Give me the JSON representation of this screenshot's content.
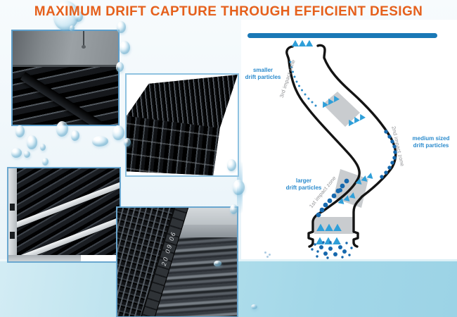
{
  "title": {
    "text": "MAXIMUM DRIFT CAPTURE THROUGH EFFICIENT DESIGN",
    "color": "#e5601c"
  },
  "diagram": {
    "top_bar_color": "#1a78b6",
    "outline_color": "#141414",
    "impact_zone_fill": "#c9cccf",
    "triangle_color": "#2f9fd9",
    "dot_color": "#1668ad",
    "small_dot_color": "#2f8ec9",
    "particle_label_color": "#2b8bcd",
    "zone_label_color": "#8f9093",
    "labels": {
      "smaller_particles": "smaller\ndrift particles",
      "medium_particles": "medium sized\ndrift particles",
      "larger_particles": "larger\ndrift particles",
      "zone_1": "1st impact zone",
      "zone_2": "2nd impact zone",
      "zone_3": "3rd impact zone"
    }
  },
  "photos": {
    "grid_marking": "20 09 06"
  },
  "background": {
    "band_top_color": "#d3ecf4",
    "band_bottom_color": "#9cd3e6"
  }
}
